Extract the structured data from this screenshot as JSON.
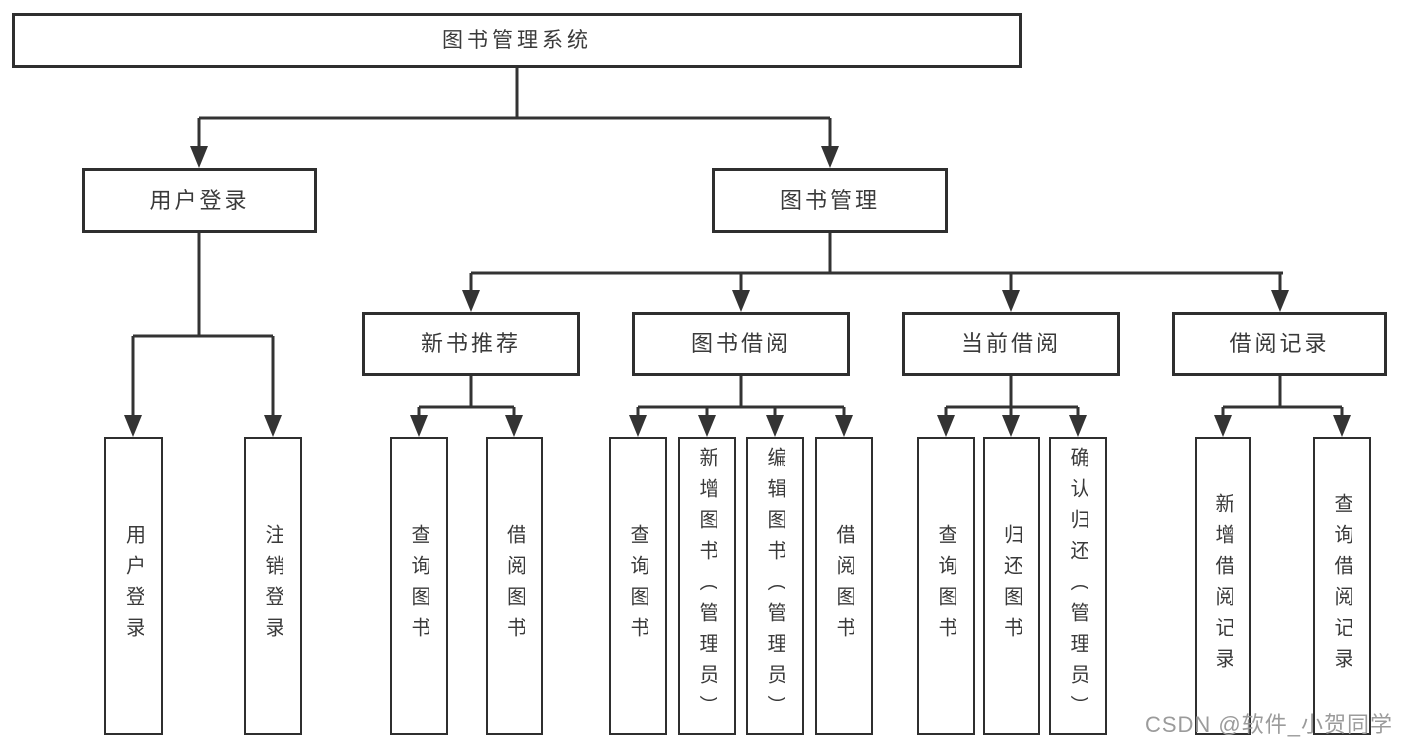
{
  "diagram_title": "图书管理系统",
  "colors": {
    "background": "#ffffff",
    "line": "#333333",
    "box_border": "#2f2f2f",
    "text": "#3a3a3a",
    "watermark": "#9b9b9b"
  },
  "nodes": {
    "root": {
      "label": "图书管理系统"
    },
    "l2_user_login": {
      "label": "用户登录"
    },
    "l2_book_mgmt": {
      "label": "图书管理"
    },
    "l3_new_book_rec": {
      "label": "新书推荐"
    },
    "l3_book_borrow": {
      "label": "图书借阅"
    },
    "l3_current_borrow": {
      "label": "当前借阅"
    },
    "l3_borrow_records": {
      "label": "借阅记录"
    },
    "leaf_user_login": {
      "label": "用户登录"
    },
    "leaf_logout": {
      "label": "注销登录"
    },
    "leaf_nb_query_book": {
      "label": "查询图书"
    },
    "leaf_nb_borrow_book": {
      "label": "借阅图书"
    },
    "leaf_bb_query_book": {
      "label": "查询图书"
    },
    "leaf_bb_add_book_admin": {
      "label": "新增图书（管理员）"
    },
    "leaf_bb_edit_book_admin": {
      "label": "编辑图书（管理员）"
    },
    "leaf_bb_borrow_book": {
      "label": "借阅图书"
    },
    "leaf_cb_query_book": {
      "label": "查询图书"
    },
    "leaf_cb_return_book": {
      "label": "归还图书"
    },
    "leaf_cb_confirm_return_admin": {
      "label": "确认归还（管理员）"
    },
    "leaf_br_add_record": {
      "label": "新增借阅记录"
    },
    "leaf_br_query_record": {
      "label": "查询借阅记录"
    }
  },
  "hierarchy": {
    "图书管理系统": {
      "用户登录": [
        "用户登录",
        "注销登录"
      ],
      "图书管理": {
        "新书推荐": [
          "查询图书",
          "借阅图书"
        ],
        "图书借阅": [
          "查询图书",
          "新增图书（管理员）",
          "编辑图书（管理员）",
          "借阅图书"
        ],
        "当前借阅": [
          "查询图书",
          "归还图书",
          "确认归还（管理员）"
        ],
        "借阅记录": [
          "新增借阅记录",
          "查询借阅记录"
        ]
      }
    }
  },
  "connectors": {
    "stroke_width": 3,
    "lines": [
      [
        517,
        68,
        517,
        118
      ],
      [
        199,
        118,
        830,
        118
      ],
      [
        199,
        233,
        199,
        336
      ],
      [
        133,
        336,
        273,
        336
      ],
      [
        830,
        233,
        830,
        273
      ],
      [
        471,
        273,
        1283,
        273
      ],
      [
        471,
        376,
        471,
        407
      ],
      [
        419,
        407,
        514,
        407
      ],
      [
        741,
        376,
        741,
        407
      ],
      [
        638,
        407,
        844,
        407
      ],
      [
        1011,
        376,
        1011,
        407
      ],
      [
        946,
        407,
        1078,
        407
      ],
      [
        1280,
        376,
        1280,
        407
      ],
      [
        1223,
        407,
        1342,
        407
      ]
    ],
    "arrows": [
      [
        199,
        118,
        168
      ],
      [
        830,
        118,
        168
      ],
      [
        133,
        336,
        437
      ],
      [
        273,
        336,
        437
      ],
      [
        471,
        273,
        312
      ],
      [
        741,
        273,
        312
      ],
      [
        1011,
        273,
        312
      ],
      [
        1280,
        273,
        312
      ],
      [
        419,
        407,
        437
      ],
      [
        514,
        407,
        437
      ],
      [
        638,
        407,
        437
      ],
      [
        707,
        407,
        437
      ],
      [
        775,
        407,
        437
      ],
      [
        844,
        407,
        437
      ],
      [
        946,
        407,
        437
      ],
      [
        1011,
        407,
        437
      ],
      [
        1078,
        407,
        437
      ],
      [
        1223,
        407,
        437
      ],
      [
        1342,
        407,
        437
      ]
    ]
  },
  "watermark": {
    "text": "CSDN @软件_小贺同学"
  }
}
